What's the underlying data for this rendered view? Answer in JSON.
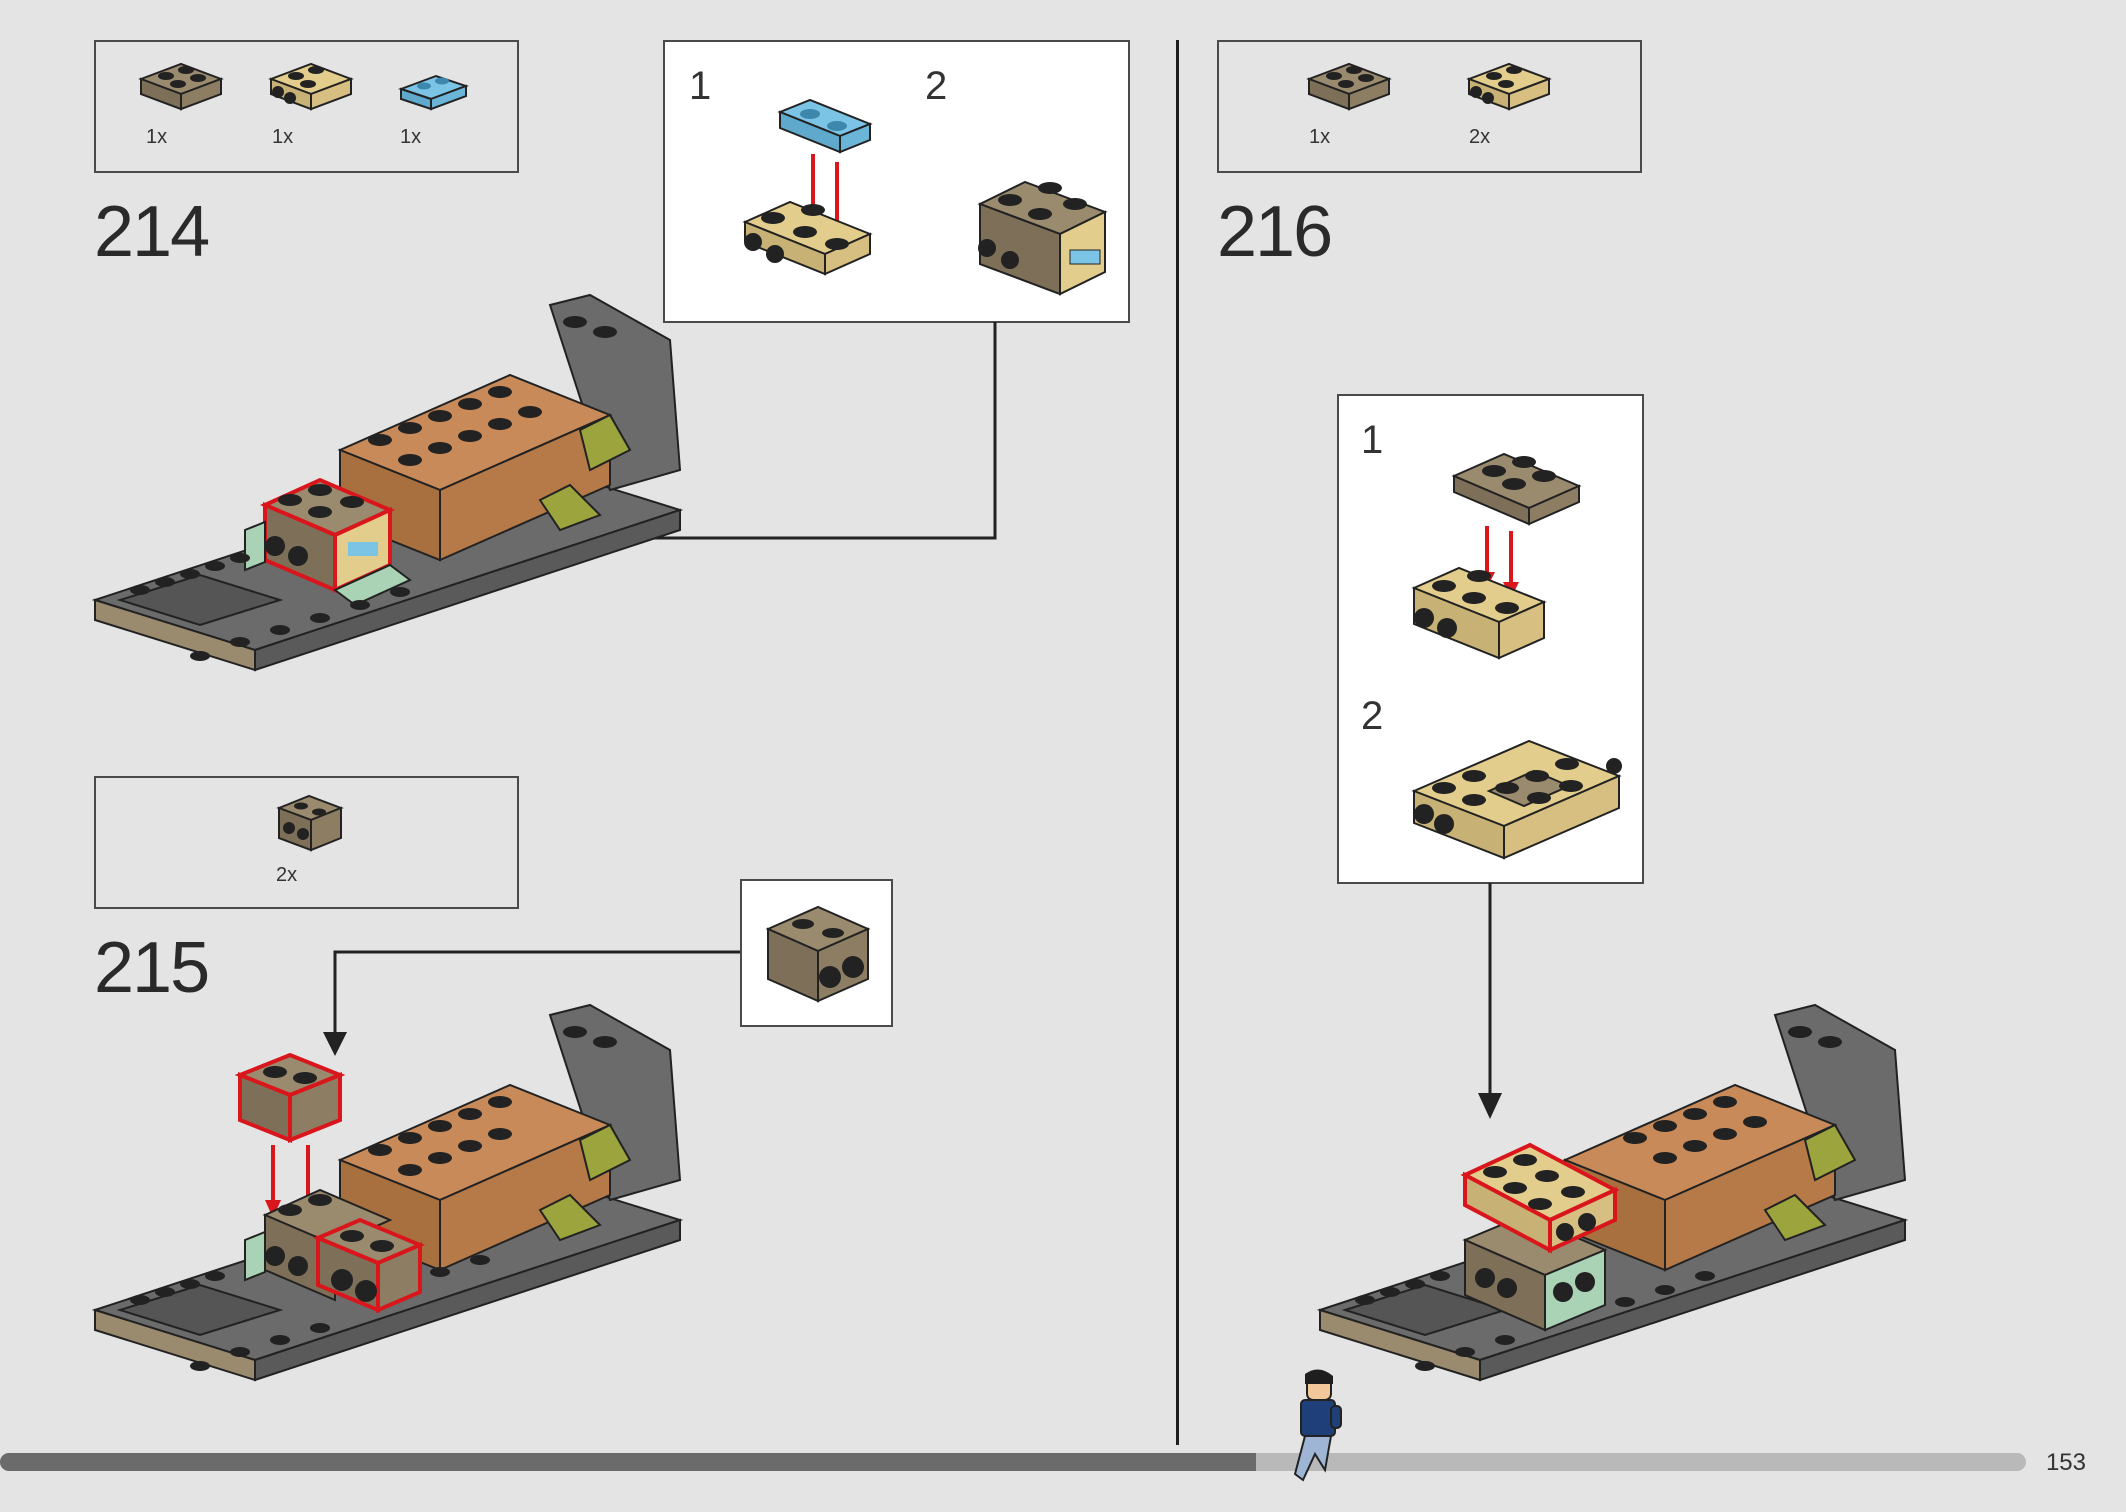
{
  "colors": {
    "page_bg": "#e4e4e4",
    "dark_tan": "#9a8a6e",
    "tan": "#e3cd8c",
    "medium_azure": "#7cc4e6",
    "dark_gray": "#6b6b6b",
    "medium_nougat": "#c98a5a",
    "olive_green": "#9ba43d",
    "sand_green": "#a9d3b4",
    "highlight_red": "#d8161c"
  },
  "steps": [
    {
      "number": "214",
      "parts": [
        {
          "qty": "1x",
          "icon": "dark-tan-plate-2x2-icon"
        },
        {
          "qty": "1x",
          "icon": "tan-plate-2x2-studs-icon"
        },
        {
          "qty": "1x",
          "icon": "azure-plate-1x2-icon"
        }
      ],
      "subassembly": {
        "labels": [
          "1",
          "2"
        ]
      }
    },
    {
      "number": "215",
      "parts": [
        {
          "qty": "2x",
          "icon": "dark-tan-brick-1x2-studs-icon"
        }
      ],
      "callout_icon": "dark-tan-brick-1x2-studs-icon"
    },
    {
      "number": "216",
      "parts": [
        {
          "qty": "1x",
          "icon": "dark-tan-plate-2x2-icon"
        },
        {
          "qty": "2x",
          "icon": "tan-plate-2x2-studs-icon"
        }
      ],
      "subassembly": {
        "labels": [
          "1",
          "2"
        ]
      }
    }
  ],
  "footer": {
    "page_number": "153",
    "progress": 0.62,
    "minifig_icon": "minifigure-walking-icon"
  }
}
